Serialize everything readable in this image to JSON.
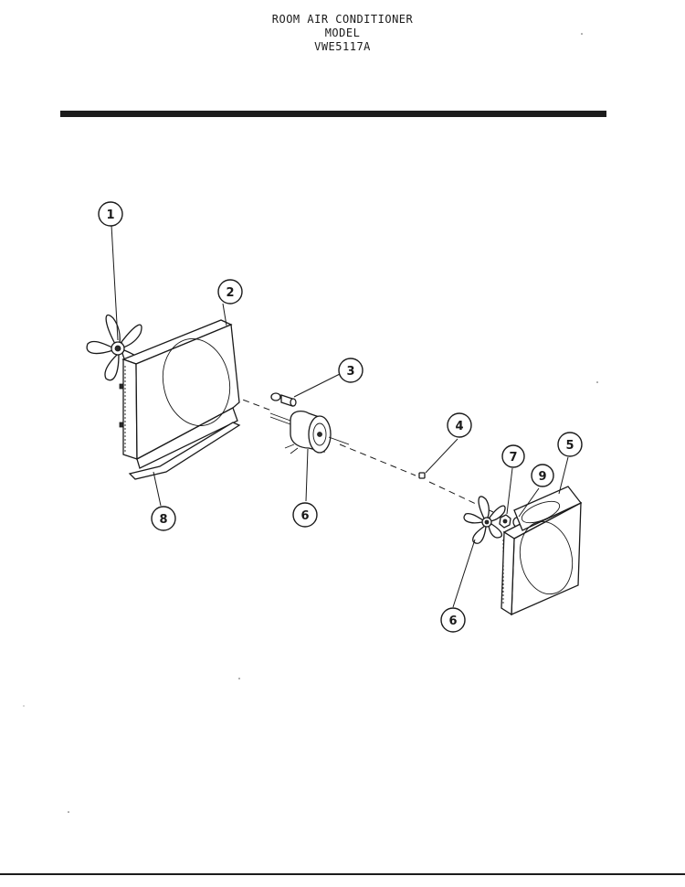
{
  "header": {
    "line1": "ROOM AIR CONDITIONER",
    "line2": "MODEL",
    "line3": "VWE5117A"
  },
  "callouts": [
    {
      "id": "1",
      "label": "1"
    },
    {
      "id": "2",
      "label": "2"
    },
    {
      "id": "3",
      "label": "3"
    },
    {
      "id": "4",
      "label": "4"
    },
    {
      "id": "5",
      "label": "5"
    },
    {
      "id": "6a",
      "label": "6"
    },
    {
      "id": "6b",
      "label": "6"
    },
    {
      "id": "7",
      "label": "7"
    },
    {
      "id": "8",
      "label": "8"
    },
    {
      "id": "9",
      "label": "9"
    }
  ]
}
